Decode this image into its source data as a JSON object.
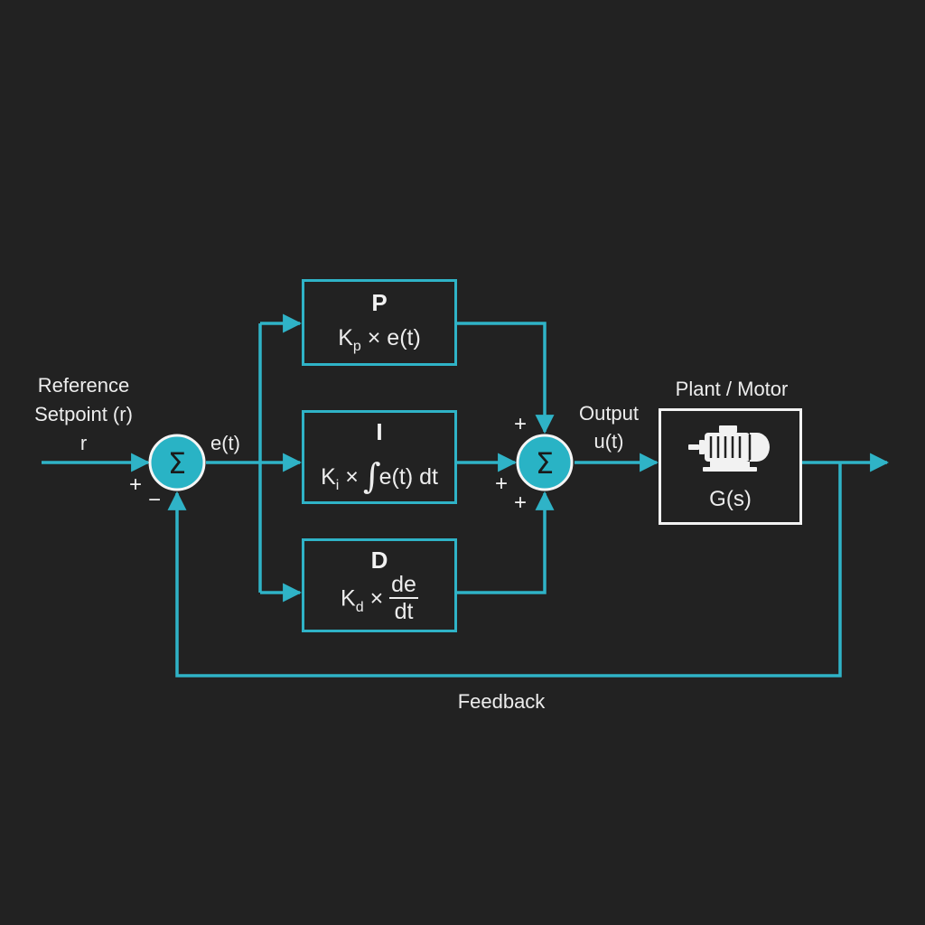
{
  "diagram": {
    "reference_label_line1": "Reference",
    "reference_label_line2": "Setpoint (r)",
    "reference_symbol": "r",
    "error_label": "e(t)",
    "sum_symbol": "Σ",
    "sum1_plus": "+",
    "sum1_minus": "−",
    "sum2_plus_top": "+",
    "sum2_plus_left": "+",
    "sum2_plus_bottom": "+",
    "p_block": {
      "title": "P",
      "k": "K",
      "k_sub": "p",
      "op": "×",
      "expr": "e(t)"
    },
    "i_block": {
      "title": "I",
      "k": "K",
      "k_sub": "i",
      "op": "×",
      "integral": "∫",
      "expr": "e(t) dt"
    },
    "d_block": {
      "title": "D",
      "k": "K",
      "k_sub": "d",
      "op": "×",
      "num": "de",
      "den": "dt"
    },
    "output_label_line1": "Output",
    "output_label_line2": "u(t)",
    "plant_label": "Plant / Motor",
    "plant_tf": "G(s)",
    "feedback_label": "Feedback",
    "motor_icon": "motor-icon",
    "colors": {
      "line": "#2fb3c7",
      "background": "#222222",
      "text": "#ededed",
      "plant_border": "#f2f2f2"
    }
  }
}
